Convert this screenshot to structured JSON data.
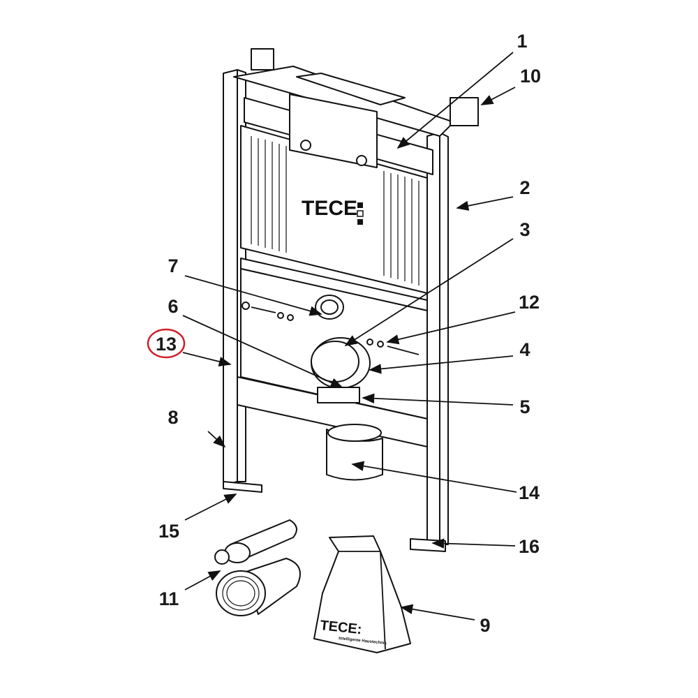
{
  "diagram": {
    "title": "TECE installation frame exploded parts view",
    "frame_logo": "TECE",
    "bag_logo": "TECE:",
    "bag_tagline": "Intelligente Haustechnik",
    "highlight_color": "#d0202a",
    "highlighted_label": "13",
    "labels": {
      "l1": "1",
      "l2": "2",
      "l3": "3",
      "l4": "4",
      "l5": "5",
      "l6": "6",
      "l7": "7",
      "l8": "8",
      "l9": "9",
      "l10": "10",
      "l11": "11",
      "l12": "12",
      "l13": "13",
      "l14": "14",
      "l15": "15",
      "l16": "16"
    }
  }
}
